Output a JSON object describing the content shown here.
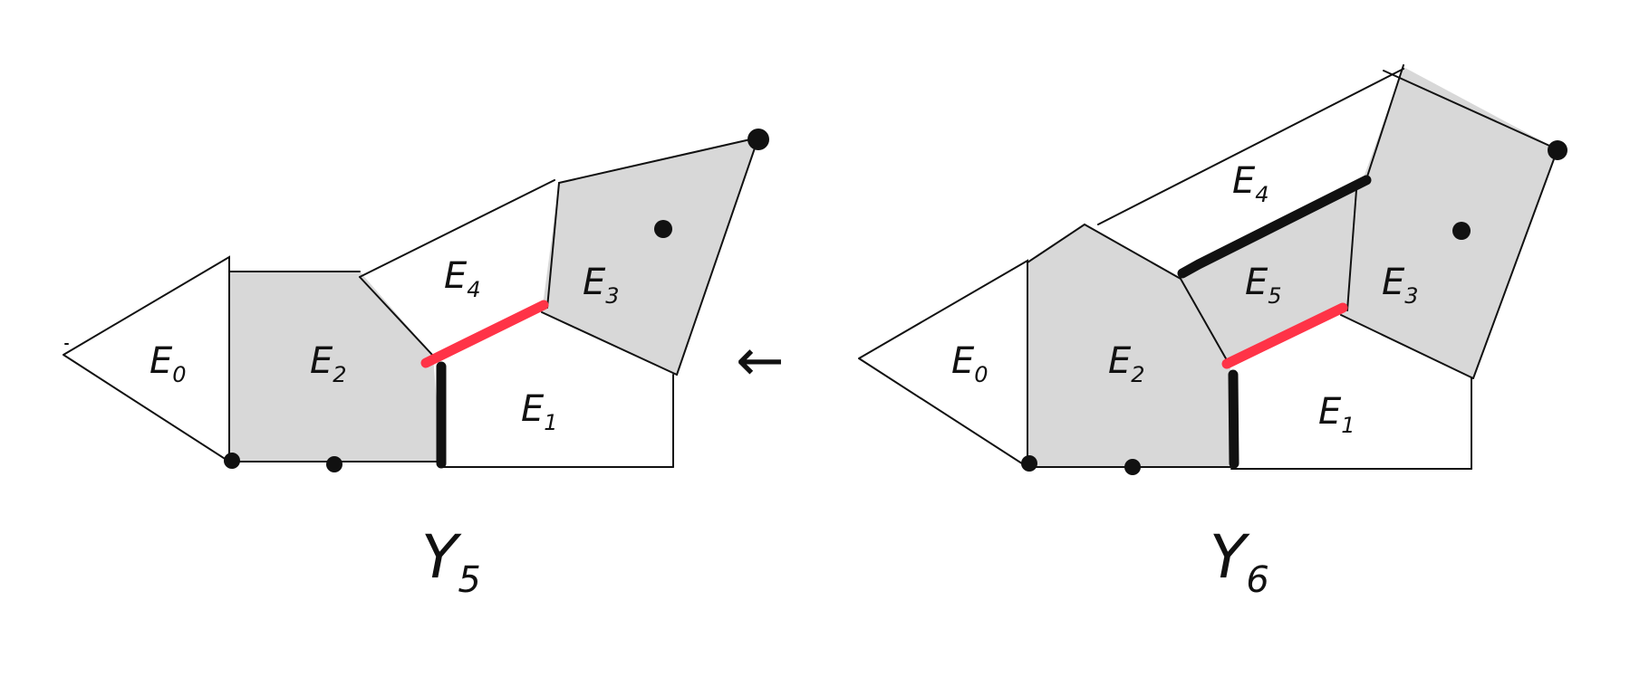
{
  "diagram": {
    "left": {
      "title": "Y",
      "title_sub": "5",
      "regions": [
        {
          "name": "E",
          "sub": "0"
        },
        {
          "name": "E",
          "sub": "2"
        },
        {
          "name": "E",
          "sub": "4"
        },
        {
          "name": "E",
          "sub": "3"
        },
        {
          "name": "E",
          "sub": "1"
        }
      ]
    },
    "right": {
      "title": "Y",
      "title_sub": "6",
      "regions": [
        {
          "name": "E",
          "sub": "0"
        },
        {
          "name": "E",
          "sub": "2"
        },
        {
          "name": "E",
          "sub": "4"
        },
        {
          "name": "E",
          "sub": "5"
        },
        {
          "name": "E",
          "sub": "3"
        },
        {
          "name": "E",
          "sub": "1"
        }
      ]
    },
    "arrow": "←",
    "colors": {
      "shade": "#d8d8d8",
      "stroke": "#111111",
      "highlight": "#ff3347"
    }
  }
}
